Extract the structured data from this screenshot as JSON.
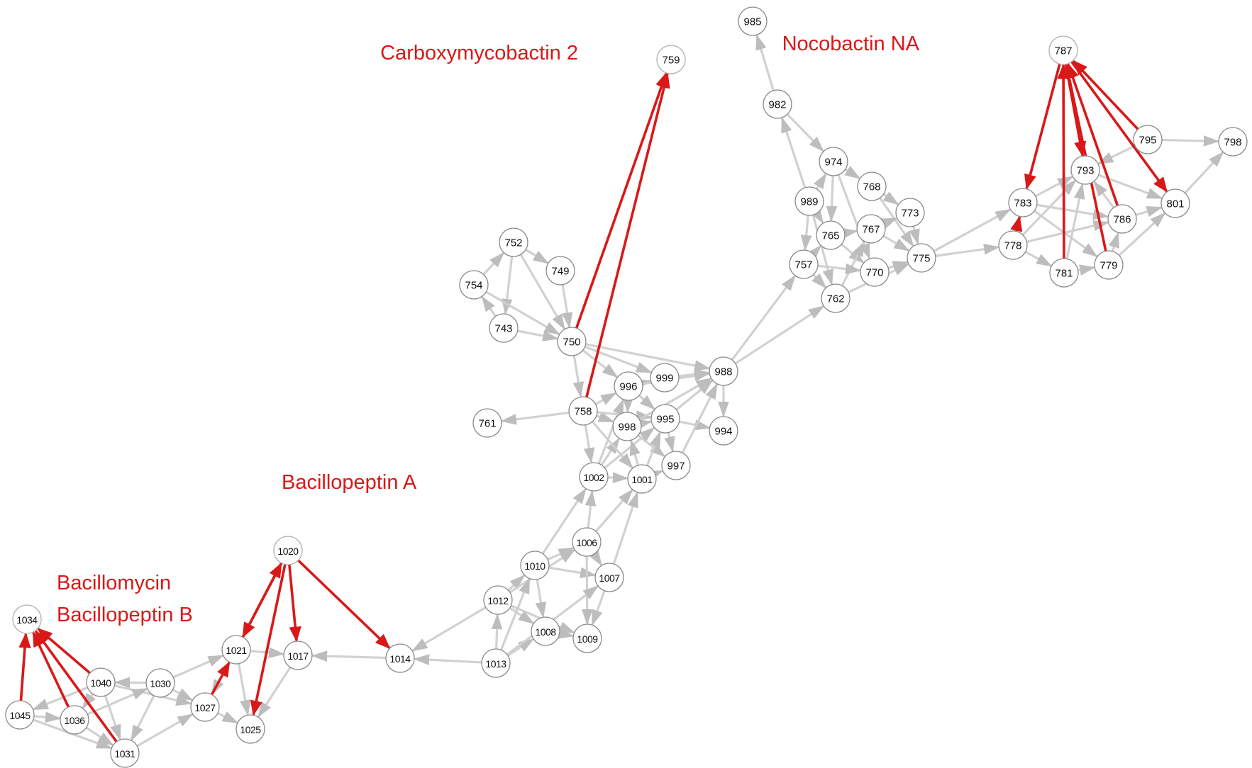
{
  "colors": {
    "background": "#ffffff",
    "default_edge": "#cfcfcf",
    "highlight_edge": "#d91818",
    "highlight_node_fill": "#e8125e",
    "annotation_text": "#d91818"
  },
  "nodes": [
    "985",
    "759",
    "787",
    "982",
    "798",
    "795",
    "974",
    "793",
    "768",
    "989",
    "773",
    "783",
    "801",
    "786",
    "765",
    "767",
    "778",
    "775",
    "757",
    "770",
    "779",
    "781",
    "762",
    "752",
    "749",
    "754",
    "743",
    "750",
    "988",
    "999",
    "996",
    "995",
    "758",
    "994",
    "761",
    "998",
    "997",
    "1002",
    "1001",
    "1006",
    "1020",
    "1010",
    "1007",
    "1012",
    "1034",
    "1008",
    "1009",
    "1021",
    "1017",
    "1014",
    "1013",
    "1040",
    "1030",
    "1027",
    "1045",
    "1036",
    "1025",
    "1031"
  ],
  "highlighted_nodes": [
    "759",
    "787",
    "1020",
    "1034"
  ],
  "annotations": [
    {
      "node": "759",
      "text": "Carboxymycobactin 2"
    },
    {
      "node": "787",
      "text": "Nocobactin NA"
    },
    {
      "node": "1020",
      "text": "Bacillopeptin A"
    },
    {
      "node": "1034",
      "lines": [
        "Bacillomycin",
        "Bacillopeptin B"
      ]
    }
  ],
  "edges": [
    [
      "982",
      "985"
    ],
    [
      "982",
      "974"
    ],
    [
      "989",
      "982"
    ],
    [
      "974",
      "768"
    ],
    [
      "989",
      "974"
    ],
    [
      "768",
      "773"
    ],
    [
      "989",
      "765"
    ],
    [
      "989",
      "757"
    ],
    [
      "765",
      "767"
    ],
    [
      "767",
      "775"
    ],
    [
      "773",
      "775"
    ],
    [
      "757",
      "762"
    ],
    [
      "770",
      "775"
    ],
    [
      "765",
      "770"
    ],
    [
      "762",
      "767"
    ],
    [
      "757",
      "765"
    ],
    [
      "974",
      "770"
    ],
    [
      "768",
      "775"
    ],
    [
      "767",
      "773"
    ],
    [
      "989",
      "762"
    ],
    [
      "974",
      "765"
    ],
    [
      "757",
      "770"
    ],
    [
      "762",
      "775"
    ],
    [
      "775",
      "778"
    ],
    [
      "775",
      "783"
    ],
    [
      "778",
      "783"
    ],
    [
      "778",
      "781"
    ],
    [
      "778",
      "793"
    ],
    [
      "778",
      "786"
    ],
    [
      "783",
      "793"
    ],
    [
      "783",
      "786"
    ],
    [
      "793",
      "801"
    ],
    [
      "786",
      "801"
    ],
    [
      "781",
      "779"
    ],
    [
      "779",
      "786"
    ],
    [
      "795",
      "798"
    ],
    [
      "801",
      "798"
    ],
    [
      "795",
      "793"
    ],
    [
      "779",
      "801"
    ],
    [
      "781",
      "793"
    ],
    [
      "783",
      "779"
    ],
    [
      "786",
      "793"
    ],
    [
      "988",
      "757"
    ],
    [
      "988",
      "762"
    ],
    [
      "752",
      "749"
    ],
    [
      "754",
      "752"
    ],
    [
      "743",
      "754"
    ],
    [
      "752",
      "743"
    ],
    [
      "754",
      "750"
    ],
    [
      "749",
      "750"
    ],
    [
      "743",
      "750"
    ],
    [
      "752",
      "750"
    ],
    [
      "750",
      "758"
    ],
    [
      "750",
      "996"
    ],
    [
      "750",
      "999"
    ],
    [
      "750",
      "988"
    ],
    [
      "758",
      "761"
    ],
    [
      "758",
      "996"
    ],
    [
      "758",
      "998"
    ],
    [
      "758",
      "995"
    ],
    [
      "758",
      "1002"
    ],
    [
      "996",
      "999"
    ],
    [
      "996",
      "995"
    ],
    [
      "996",
      "998"
    ],
    [
      "999",
      "988"
    ],
    [
      "995",
      "988"
    ],
    [
      "998",
      "988"
    ],
    [
      "996",
      "988"
    ],
    [
      "988",
      "994"
    ],
    [
      "995",
      "994"
    ],
    [
      "998",
      "995"
    ],
    [
      "998",
      "997"
    ],
    [
      "995",
      "997"
    ],
    [
      "997",
      "988"
    ],
    [
      "1002",
      "998"
    ],
    [
      "1002",
      "1001"
    ],
    [
      "1001",
      "997"
    ],
    [
      "1001",
      "995"
    ],
    [
      "1002",
      "995"
    ],
    [
      "1001",
      "998"
    ],
    [
      "1002",
      "996"
    ],
    [
      "758",
      "1001"
    ],
    [
      "1006",
      "1002"
    ],
    [
      "1010",
      "1002"
    ],
    [
      "1006",
      "1001"
    ],
    [
      "1007",
      "1001"
    ],
    [
      "1010",
      "1006"
    ],
    [
      "1010",
      "1007"
    ],
    [
      "1006",
      "1007"
    ],
    [
      "1012",
      "1010"
    ],
    [
      "1012",
      "1006"
    ],
    [
      "1012",
      "1008"
    ],
    [
      "1008",
      "1009"
    ],
    [
      "1006",
      "1009"
    ],
    [
      "1007",
      "1009"
    ],
    [
      "1010",
      "1008"
    ],
    [
      "1012",
      "1009"
    ],
    [
      "1013",
      "1012"
    ],
    [
      "1013",
      "1010"
    ],
    [
      "1013",
      "1008"
    ],
    [
      "1013",
      "1007"
    ],
    [
      "1013",
      "1014"
    ],
    [
      "1012",
      "1014"
    ],
    [
      "1014",
      "1017"
    ],
    [
      "1021",
      "1017"
    ],
    [
      "1021",
      "1025"
    ],
    [
      "1017",
      "1025"
    ],
    [
      "1021",
      "1027"
    ],
    [
      "1030",
      "1021"
    ],
    [
      "1030",
      "1027"
    ],
    [
      "1027",
      "1025"
    ],
    [
      "1030",
      "1040"
    ],
    [
      "1030",
      "1031"
    ],
    [
      "1040",
      "1036"
    ],
    [
      "1040",
      "1045"
    ],
    [
      "1040",
      "1031"
    ],
    [
      "1045",
      "1036"
    ],
    [
      "1036",
      "1031"
    ],
    [
      "1045",
      "1031"
    ],
    [
      "1040",
      "1027"
    ],
    [
      "1031",
      "1027"
    ],
    [
      "1036",
      "1030"
    ]
  ],
  "highlighted_edges": [
    [
      "750",
      "759"
    ],
    [
      "758",
      "759"
    ],
    [
      "787",
      "783"
    ],
    [
      "781",
      "787"
    ],
    [
      "793",
      "787"
    ],
    [
      "787",
      "793"
    ],
    [
      "786",
      "787"
    ],
    [
      "779",
      "787"
    ],
    [
      "795",
      "787"
    ],
    [
      "787",
      "801"
    ],
    [
      "778",
      "783"
    ],
    [
      "1020",
      "1021"
    ],
    [
      "1021",
      "1020"
    ],
    [
      "1020",
      "1017"
    ],
    [
      "1020",
      "1025"
    ],
    [
      "1020",
      "1014"
    ],
    [
      "1027",
      "1021"
    ],
    [
      "1045",
      "1034"
    ],
    [
      "1036",
      "1034"
    ],
    [
      "1040",
      "1034"
    ],
    [
      "1031",
      "1034"
    ]
  ]
}
